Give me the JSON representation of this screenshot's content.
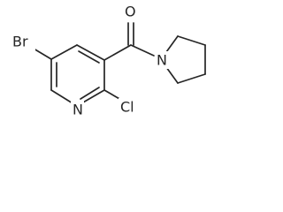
{
  "molecule": {
    "atoms": {
      "bromine": "Br",
      "ring_nitrogen": "N",
      "chlorine": "Cl",
      "carbonyl_oxygen": "O",
      "amide_nitrogen": "N"
    },
    "colors": {
      "ink": "#262626",
      "background": "#ffffff"
    }
  }
}
